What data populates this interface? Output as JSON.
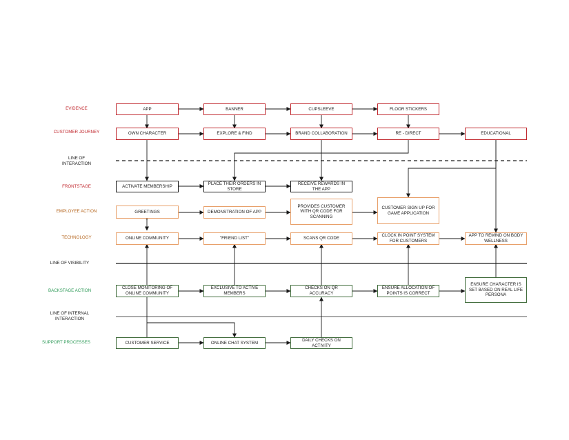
{
  "colors": {
    "evidence": "#c0272d",
    "frontstage": "#c0272d",
    "employee": "#b5651d",
    "technology": "#b5651d",
    "backstage": "#2e9a58",
    "support": "#2e9a58",
    "line": "#1a1a1a"
  },
  "rows": {
    "evidence": "EVIDENCE",
    "customer_journey": "CUSTOMER JOURNEY",
    "line_of_interaction": "LINE OF INTERACTION",
    "frontstage": "FRONTSTAGE",
    "employee_action": "EMPLOYEE ACTION",
    "technology": "TECHNOLOGY",
    "line_of_visibility": "LINE OF VISIBILITY",
    "backstage_action": "BACKSTAGE ACTION",
    "line_of_internal_interaction": "LINE OF INTERNAL INTERACTION",
    "support_processes": "SUPPORT PROCESSES"
  },
  "boxes": {
    "app": "APP",
    "banner": "BANNER",
    "cupsleeve": "CUPSLEEVE",
    "floor_stickers": "FLOOR STICKERS",
    "own_character": "OWN CHARACTER",
    "explore_find": "EXPLORE & FIND",
    "brand_collaboration": "BRAND COLLABORATION",
    "re_direct": "RE - DIRECT",
    "educational": "EDUCATIONAL",
    "activate_membership": "ACTIVATE MEMBERSHIP",
    "place_orders": "PLACE THEIR ORDERS IN STORE",
    "receive_rewards": "RECEIVE REWARDS IN THE APP",
    "greetings": "GREETINGS",
    "demonstration": "DEMONSTRATION OF APP",
    "provides_qr": "PROVIDES CUSTOMER WITH QR CODE FOR SCANNING",
    "customer_signup": "CUSTOMER SIGN UP FOR GAME APPLICATION",
    "online_community": "ONLINE COMMUNITY",
    "friend_list": "\"FRIEND LIST\"",
    "scans_qr": "SCANS QR CODE",
    "clock_in": "CLOCK IN POINT SYSTEM FOR CUSTOMERS",
    "app_remind": "APP TO REMIND ON BODY WELLNESS",
    "close_monitoring": "CLOSE MONITORING OF ONLINE COMMUNITY",
    "exclusive_members": "EXCLUSIVE TO ACTIVE MEMBERS",
    "checks_qr": "CHECKS ON QR ACCURACY",
    "ensure_allocation": "ENSURE ALLOCATION OF POINTS IS CORRECT",
    "ensure_character": "ENSURE CHARACTER IS SET BASED ON REAL LIFE PERSONA",
    "customer_service": "CUSTOMER SERVICE",
    "online_chat": "ONLINE CHAT SYSTEM",
    "daily_checks": "DAILY CHECKS ON ACTIVITY"
  }
}
